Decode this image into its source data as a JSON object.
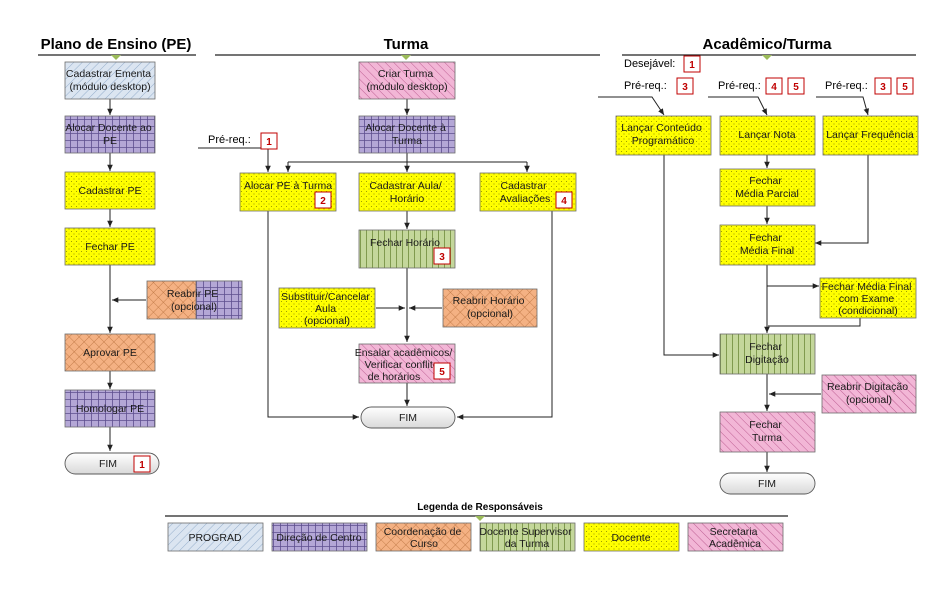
{
  "headers": {
    "pe": "Plano de Ensino (PE)",
    "turma": "Turma",
    "academico": "Acadêmico/Turma",
    "legenda": "Legenda de Responsáveis"
  },
  "colors": {
    "prograd": "#dbe5f1",
    "direcao": "#b4a7d6",
    "coordenacao": "#f4b183",
    "supervisor": "#c4d79b",
    "docente": "#ffff00",
    "secretaria": "#f2b6d6",
    "badge_border": "#c00000"
  },
  "boxes": {
    "cad_ementa": [
      "Cadastrar Ementa",
      "(módulo desktop)"
    ],
    "alocar_doc_pe": [
      "Alocar Docente ao",
      "PE"
    ],
    "cad_pe": [
      "Cadastrar PE"
    ],
    "fechar_pe": [
      "Fechar PE"
    ],
    "reabrir_pe": [
      "Reabrir PE",
      "(opcional)"
    ],
    "aprovar_pe": [
      "Aprovar PE"
    ],
    "homologar_pe": [
      "Homologar PE"
    ],
    "fim_pe": "FIM",
    "criar_turma": [
      "Criar Turma",
      "(módulo desktop)"
    ],
    "alocar_doc_turma": [
      "Alocar Docente à",
      "Turma"
    ],
    "alocar_pe_turma": [
      "Alocar PE à Turma"
    ],
    "cad_aula": [
      "Cadastrar Aula/",
      "Horário"
    ],
    "cad_aval": [
      "Cadastrar",
      "Avaliações"
    ],
    "fechar_horario": [
      "Fechar Horário"
    ],
    "substituir": [
      "Substituir/Cancelar",
      "Aula",
      "(opcional)"
    ],
    "reabrir_horario": [
      "Reabrir Horário",
      "(opcional)"
    ],
    "ensalar": [
      "Ensalar acadêmicos/",
      "Verificar conflito",
      "de horários"
    ],
    "fim_turma": "FIM",
    "lancar_conteudo": [
      "Lançar Conteúdo",
      "Programático"
    ],
    "lancar_nota": [
      "Lançar Nota"
    ],
    "lancar_freq": [
      "Lançar Frequência"
    ],
    "fechar_parcial": [
      "Fechar",
      "Média Parcial"
    ],
    "fechar_final": [
      "Fechar",
      "Média Final"
    ],
    "fechar_exame": [
      "Fechar Média Final",
      "com Exame",
      "(condicional)"
    ],
    "fechar_digit": [
      "Fechar",
      "Digitação"
    ],
    "reabrir_digit": [
      "Reabrir Digitação",
      "(opcional)"
    ],
    "fechar_turma": [
      "Fechar",
      "Turma"
    ],
    "fim_acad": "FIM"
  },
  "labels": {
    "prereq": "Pré-req.:",
    "desejavel": "Desejável:"
  },
  "badges": {
    "fim_pe": "1",
    "prereq_turma": "1",
    "alocar_pe": "2",
    "fechar_horario": "3",
    "cad_aval": "4",
    "ensalar": "5",
    "desejavel": "1",
    "prereq_conteudo": "3",
    "prereq_nota_a": "4",
    "prereq_nota_b": "5",
    "prereq_freq_a": "3",
    "prereq_freq_b": "5"
  },
  "legend": {
    "prograd": "PROGRAD",
    "direcao": "Direção de Centro",
    "coordenacao": [
      "Coordenação de",
      "Curso"
    ],
    "supervisor": [
      "Docente Supervisor",
      "da Turma"
    ],
    "docente": "Docente",
    "secretaria": [
      "Secretaria",
      "Acadêmica"
    ]
  }
}
